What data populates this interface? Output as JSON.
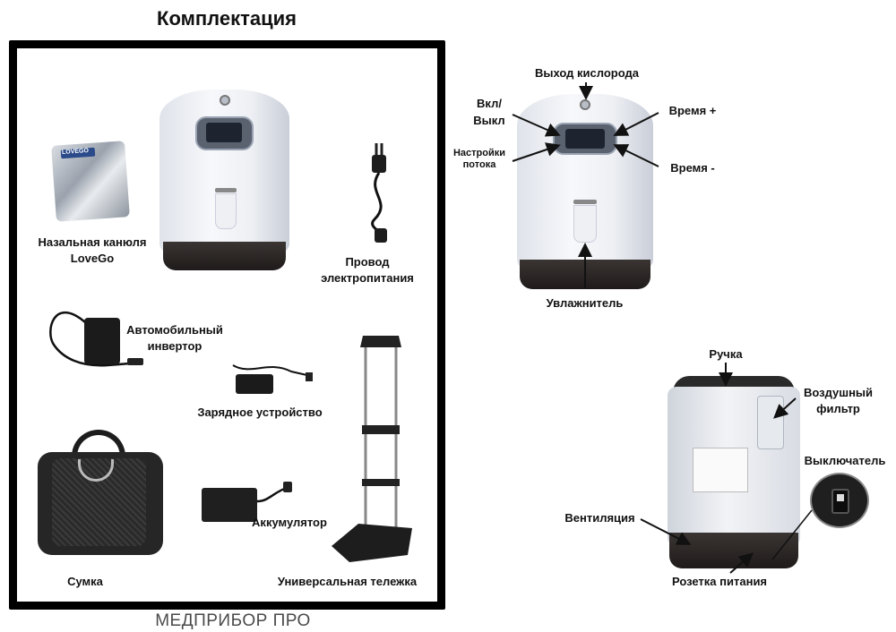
{
  "title": "Комплектация",
  "watermark": "МЕДПРИБОР ПРО",
  "kit": {
    "cannula": "Назальная канюля LoveGo",
    "power_cord": "Провод электропитания",
    "car_inverter": "Автомобильный инвертор",
    "charger": "Зарядное устройство",
    "bag": "Сумка",
    "battery": "Аккумулятор",
    "trolley": "Универсальная тележка",
    "cannula_pack_text": "LOVEGO"
  },
  "front": {
    "oxygen_outlet": "Выход кислорода",
    "on_off": "Вкл/ Выкл",
    "flow_settings": "Настройки потока",
    "time_plus": "Время +",
    "time_minus": "Время -",
    "humidifier": "Увлажнитель"
  },
  "back": {
    "handle": "Ручка",
    "air_filter": "Воздушный фильтр",
    "switch": "Выключатель",
    "ventilation": "Вентиляция",
    "power_socket": "Розетка питания"
  }
}
